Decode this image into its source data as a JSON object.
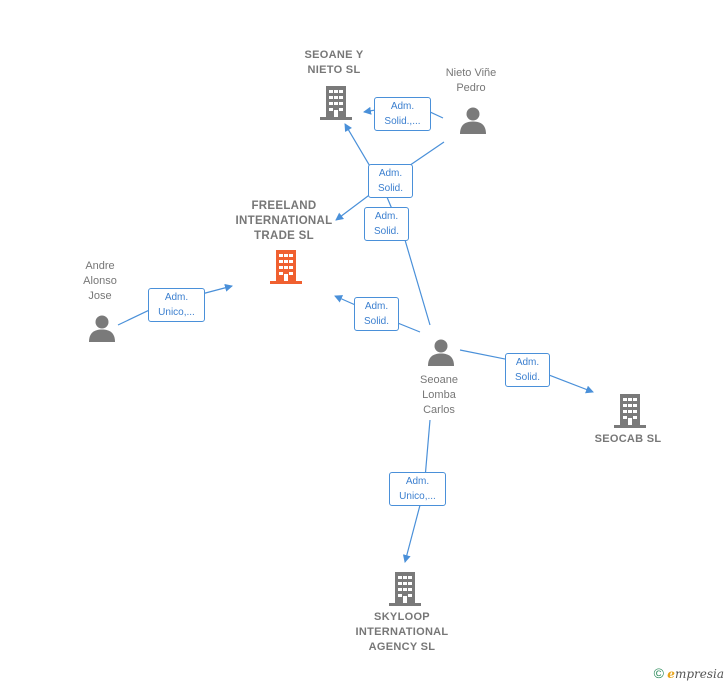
{
  "colors": {
    "edge": "#4a90d9",
    "building": "#7a7a7a",
    "focus_building": "#f06030",
    "person": "#7a7a7a"
  },
  "nodes": {
    "seoane_y_nieto": {
      "label": "SEOANE Y\nNIETO  SL",
      "type": "company"
    },
    "nieto_vine": {
      "label": "Nieto Viñe\nPedro",
      "type": "person"
    },
    "freeland": {
      "label": "FREELAND\nINTERNATIONAL\nTRADE  SL",
      "type": "company-focus"
    },
    "andre": {
      "label": "Andre\nAlonso\nJose",
      "type": "person"
    },
    "seoane_lomba": {
      "label": "Seoane\nLomba\nCarlos",
      "type": "person"
    },
    "seocab": {
      "label": "SEOCAB  SL",
      "type": "company"
    },
    "skyloop": {
      "label": "SKYLOOP\nINTERNATIONAL\nAGENCY  SL",
      "type": "company"
    }
  },
  "relations": {
    "r1": "Adm.\nSolid.,...",
    "r2": "Adm.\nSolid.",
    "r3": "Adm.\nSolid.",
    "r4": "Adm.\nUnico,...",
    "r5": "Adm.\nSolid.",
    "r6": "Adm.\nSolid.",
    "r7": "Adm.\nUnico,..."
  },
  "footer": {
    "copyright": "©",
    "brand_first": "e",
    "brand_rest": "mpresia"
  }
}
